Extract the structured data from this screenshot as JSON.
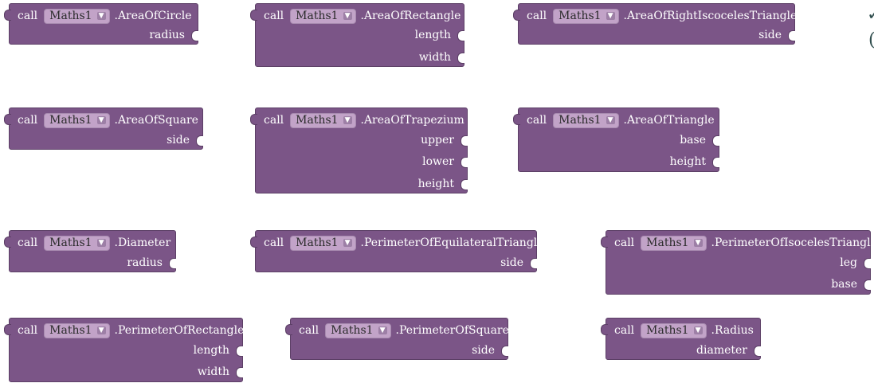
{
  "blocks": [
    {
      "call": "call",
      "component": "Maths1",
      "method": ".AreaOfCircle",
      "params": [
        "radius"
      ]
    },
    {
      "call": "call",
      "component": "Maths1",
      "method": ".AreaOfRectangle",
      "params": [
        "length",
        "width"
      ]
    },
    {
      "call": "call",
      "component": "Maths1",
      "method": ".AreaOfRightIscocelesTriangle",
      "params": [
        "side"
      ]
    },
    {
      "call": "call",
      "component": "Maths1",
      "method": ".AreaOfSquare",
      "params": [
        "side"
      ]
    },
    {
      "call": "call",
      "component": "Maths1",
      "method": ".AreaOfTrapezium",
      "params": [
        "upper",
        "lower",
        "height"
      ]
    },
    {
      "call": "call",
      "component": "Maths1",
      "method": ".AreaOfTriangle",
      "params": [
        "base",
        "height"
      ]
    },
    {
      "call": "call",
      "component": "Maths1",
      "method": ".Diameter",
      "params": [
        "radius"
      ]
    },
    {
      "call": "call",
      "component": "Maths1",
      "method": ".PerimeterOfEquilateralTriangle",
      "params": [
        "side"
      ]
    },
    {
      "call": "call",
      "component": "Maths1",
      "method": ".PerimeterOfIsocelesTriangle",
      "params": [
        "leg",
        "base"
      ]
    },
    {
      "call": "call",
      "component": "Maths1",
      "method": ".PerimeterOfRectangle",
      "params": [
        "length",
        "width"
      ]
    },
    {
      "call": "call",
      "component": "Maths1",
      "method": ".PerimeterOfSquare",
      "params": [
        "side"
      ]
    },
    {
      "call": "call",
      "component": "Maths1",
      "method": ".Radius",
      "params": [
        "diameter"
      ]
    }
  ],
  "dropdown_caret": "▼",
  "colors": {
    "block": "#7b5587",
    "dropdown": "#c2a3c8"
  }
}
